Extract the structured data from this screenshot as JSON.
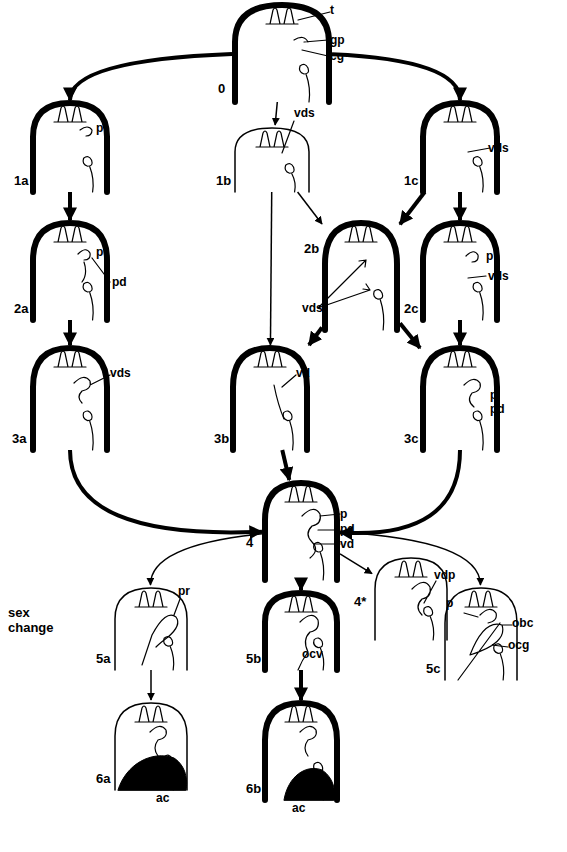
{
  "diagram": {
    "nodes": [
      {
        "text": [
          "0",
          "t",
          "gp",
          "cg"
        ]
      },
      {
        "text": [
          "1a",
          "p"
        ]
      },
      {
        "text": [
          "1b",
          "vds"
        ]
      },
      {
        "text": [
          "1c",
          "vds"
        ]
      },
      {
        "text": [
          "2a",
          "p",
          "pd"
        ]
      },
      {
        "text": [
          "2b",
          "vds"
        ]
      },
      {
        "text": [
          "2c",
          "p",
          "vds"
        ]
      },
      {
        "text": [
          "3a",
          "vds"
        ]
      },
      {
        "text": [
          "3b",
          "vd"
        ]
      },
      {
        "text": [
          "3c",
          "p",
          "pd"
        ]
      },
      {
        "text": [
          "4",
          "p",
          "pd",
          "vd"
        ]
      },
      {
        "text": [
          "4*",
          "vdp"
        ]
      },
      {
        "text": [
          "5a",
          "pr"
        ]
      },
      {
        "text": [
          "5b",
          "ocv"
        ]
      },
      {
        "text": [
          "5c",
          "p",
          "obc",
          "ocg"
        ]
      },
      {
        "text": [
          "6a",
          "ac"
        ]
      },
      {
        "text": [
          "6b",
          "ac"
        ]
      }
    ],
    "edges": [
      {
        "from": 0,
        "to": 1,
        "arrow": "to"
      },
      {
        "from": 0,
        "to": 2,
        "arrow": "to"
      },
      {
        "from": 0,
        "to": 3,
        "arrow": "to"
      },
      {
        "from": 1,
        "to": 4,
        "arrow": "to"
      },
      {
        "from": 4,
        "to": 7,
        "arrow": "to"
      },
      {
        "from": 7,
        "to": 10,
        "arrow": "to"
      },
      {
        "from": 2,
        "to": 8,
        "arrow": "to"
      },
      {
        "from": 2,
        "to": 5,
        "arrow": "to"
      },
      {
        "from": 3,
        "to": 5,
        "arrow": "to"
      },
      {
        "from": 3,
        "to": 6,
        "arrow": "to"
      },
      {
        "from": 5,
        "to": 8,
        "arrow": "to"
      },
      {
        "from": 5,
        "to": 9,
        "arrow": "to"
      },
      {
        "from": 6,
        "to": 9,
        "arrow": "to"
      },
      {
        "from": 8,
        "to": 10,
        "arrow": "to"
      },
      {
        "from": 9,
        "to": 10,
        "arrow": "to"
      },
      {
        "from": 10,
        "to": 12,
        "arrow": "to"
      },
      {
        "from": 10,
        "to": 13,
        "arrow": "to"
      },
      {
        "from": 10,
        "to": 11,
        "arrow": "to"
      },
      {
        "from": 10,
        "to": 14,
        "arrow": "to"
      },
      {
        "from": 12,
        "to": 15,
        "arrow": "to"
      },
      {
        "from": 13,
        "to": 16,
        "arrow": "to"
      }
    ],
    "labels": [
      "sex change"
    ]
  }
}
